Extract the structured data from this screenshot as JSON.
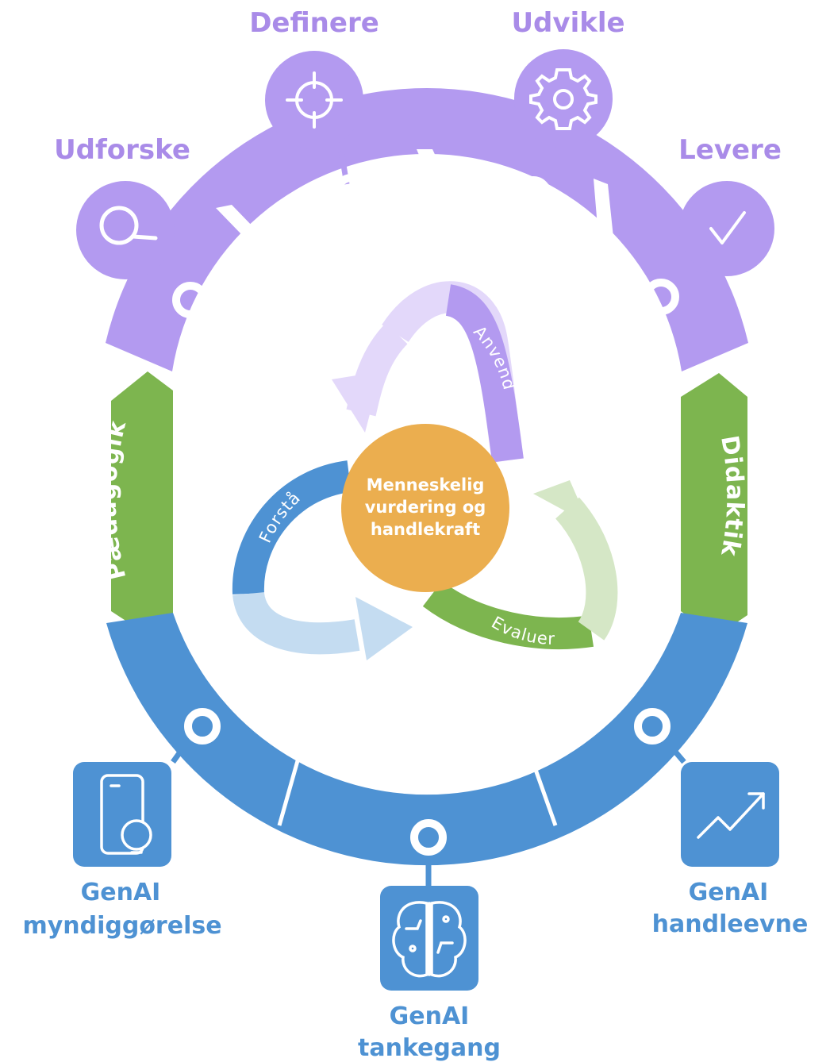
{
  "phases": {
    "explore": "Udforske",
    "define": "Definere",
    "develop": "Udvikle",
    "deliver": "Levere"
  },
  "sides": {
    "left": "Pædagogik",
    "right": "Didaktik"
  },
  "cycle": {
    "apply": "Anvend",
    "understand": "Forstå",
    "evaluate": "Evaluer"
  },
  "center": {
    "line1": "Menneskelig",
    "line2": "vurdering og",
    "line3": "handlekraft"
  },
  "competencies": {
    "empowerment": {
      "line1": "GenAI",
      "line2": "myndiggørelse"
    },
    "mindset": {
      "line1": "GenAI",
      "line2": "tankegang"
    },
    "agency": {
      "line1": "GenAI",
      "line2": "handleevne"
    }
  },
  "colors": {
    "purple": "#B39AF0",
    "purple_text": "#A98BE8",
    "green": "#7DB54F",
    "blue": "#4E92D3",
    "orange": "#EBAE4F"
  }
}
